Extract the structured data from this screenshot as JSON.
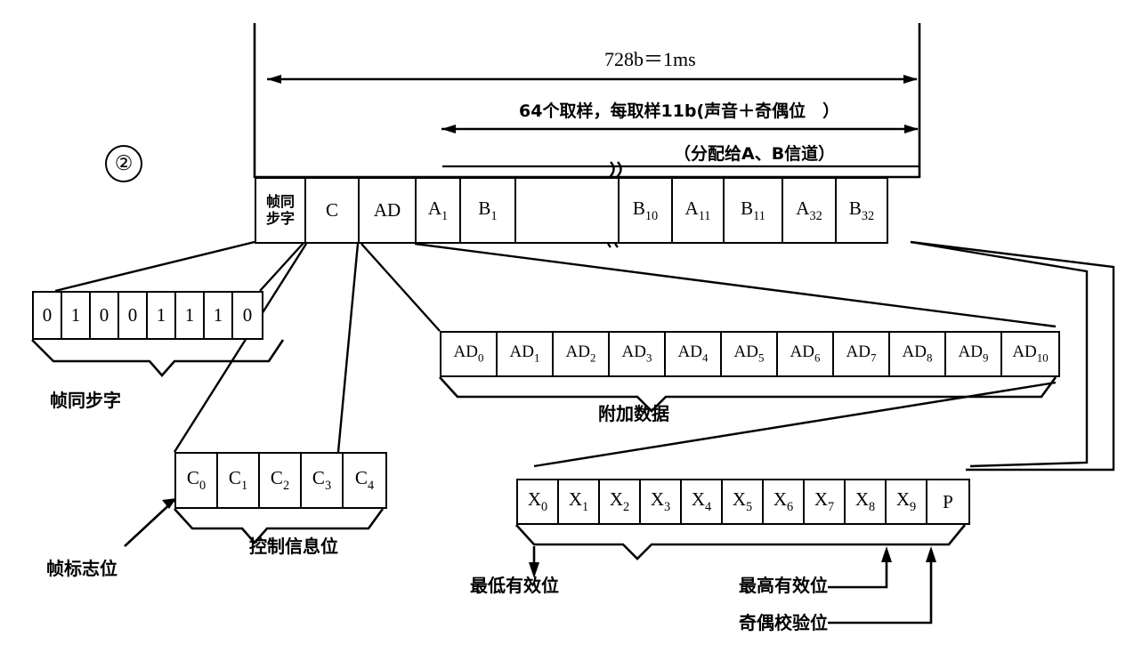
{
  "figure": {
    "marker": "②",
    "annotations": {
      "total_span": "728b＝1ms",
      "sampling": "64个取样，每取样11b(声音＋奇偶位　）",
      "allocation": "（分配给A、B信道）"
    }
  },
  "frame_row": {
    "name": "frame-structure",
    "cells": [
      {
        "text": "帧同\n步字",
        "kind": "cjk",
        "w": 56
      },
      {
        "text": "C",
        "base": "C",
        "w": 60
      },
      {
        "text": "AD",
        "base": "AD",
        "w": 64
      },
      {
        "text": "A1",
        "base": "A",
        "sub": "1",
        "w": 50
      },
      {
        "text": "B1",
        "base": "B",
        "sub": "1",
        "w": 62
      },
      {
        "text": "",
        "base": "",
        "w": 116
      },
      {
        "text": "B10",
        "base": "B",
        "sub": "10",
        "w": 60
      },
      {
        "text": "A11",
        "base": "A",
        "sub": "11",
        "w": 58
      },
      {
        "text": "B11",
        "base": "B",
        "sub": "11",
        "w": 66
      },
      {
        "text": "A32",
        "base": "A",
        "sub": "32",
        "w": 60
      },
      {
        "text": "B32",
        "base": "B",
        "sub": "32",
        "w": 56
      }
    ]
  },
  "sync_word": {
    "label": "帧同步字",
    "bits": [
      "0",
      "1",
      "0",
      "0",
      "1",
      "1",
      "1",
      "0"
    ]
  },
  "control_bits": {
    "label": "控制信息位",
    "flag_label": "帧标志位",
    "cells": [
      {
        "base": "C",
        "sub": "0"
      },
      {
        "base": "C",
        "sub": "1"
      },
      {
        "base": "C",
        "sub": "2"
      },
      {
        "base": "C",
        "sub": "3"
      },
      {
        "base": "C",
        "sub": "4"
      }
    ]
  },
  "additional_data": {
    "label": "附加数据",
    "cells": [
      {
        "base": "AD",
        "sub": "0"
      },
      {
        "base": "AD",
        "sub": "1"
      },
      {
        "base": "AD",
        "sub": "2"
      },
      {
        "base": "AD",
        "sub": "3"
      },
      {
        "base": "AD",
        "sub": "4"
      },
      {
        "base": "AD",
        "sub": "5"
      },
      {
        "base": "AD",
        "sub": "6"
      },
      {
        "base": "AD",
        "sub": "7"
      },
      {
        "base": "AD",
        "sub": "8"
      },
      {
        "base": "AD",
        "sub": "9"
      },
      {
        "base": "AD",
        "sub": "10"
      }
    ]
  },
  "sample_word": {
    "lsb_label": "最低有效位",
    "msb_label": "最高有效位",
    "parity_label": "奇偶校验位",
    "cells": [
      {
        "base": "X",
        "sub": "0"
      },
      {
        "base": "X",
        "sub": "1"
      },
      {
        "base": "X",
        "sub": "2"
      },
      {
        "base": "X",
        "sub": "3"
      },
      {
        "base": "X",
        "sub": "4"
      },
      {
        "base": "X",
        "sub": "5"
      },
      {
        "base": "X",
        "sub": "6"
      },
      {
        "base": "X",
        "sub": "7"
      },
      {
        "base": "X",
        "sub": "8"
      },
      {
        "base": "X",
        "sub": "9"
      },
      {
        "base": "P",
        "sub": ""
      }
    ]
  },
  "colors": {
    "ink": "#000000",
    "paper": "#ffffff"
  }
}
